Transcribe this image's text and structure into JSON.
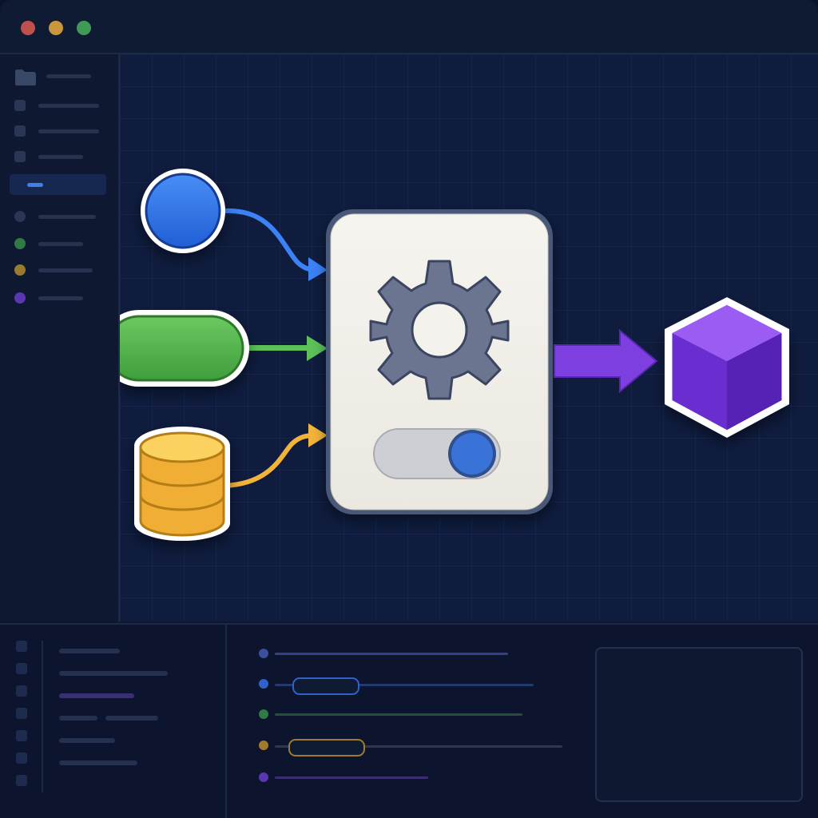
{
  "window": {
    "controls": [
      {
        "name": "close",
        "color": "#c0504d"
      },
      {
        "name": "minimize",
        "color": "#c9963b"
      },
      {
        "name": "maximize",
        "color": "#3f9a55"
      }
    ]
  },
  "sidebar": {
    "items": [
      {
        "icon": "folder-icon",
        "color": "#3a4868"
      },
      {
        "icon": "file-icon",
        "color": "#2a3654"
      },
      {
        "icon": "file-icon",
        "color": "#2a3654"
      },
      {
        "icon": "file-icon",
        "color": "#2a3654"
      },
      {
        "icon": "active-item",
        "color": "#3f7fe6"
      },
      {
        "icon": "circle-icon",
        "color": "#2a3654"
      },
      {
        "icon": "circle-icon",
        "color": "#2f7a45"
      },
      {
        "icon": "circle-icon",
        "color": "#9a7a2e"
      },
      {
        "icon": "circle-icon",
        "color": "#5a36b0"
      }
    ]
  },
  "diagram": {
    "inputs": [
      {
        "shape": "circle-node",
        "color": "#2f6fe0"
      },
      {
        "shape": "pill-node",
        "color": "#4caf45"
      },
      {
        "shape": "database-node",
        "color": "#f2b33a"
      }
    ],
    "processor": {
      "icon": "gear-icon",
      "toggle_state": "on",
      "toggle_color": "#3a73d8"
    },
    "output": {
      "shape": "cube-node",
      "color": "#7d3be0"
    },
    "connector_colors": {
      "blue": "#3b82f6",
      "green": "#5cc159",
      "yellow": "#f2b33a",
      "purple": "#7e3fe0"
    }
  },
  "timeline": {
    "tracks": [
      {
        "color": "#3b4f9a"
      },
      {
        "color": "#2f63c8"
      },
      {
        "color": "#2f7a45"
      },
      {
        "color": "#a07b2e"
      },
      {
        "color": "#5a36b0"
      }
    ]
  }
}
